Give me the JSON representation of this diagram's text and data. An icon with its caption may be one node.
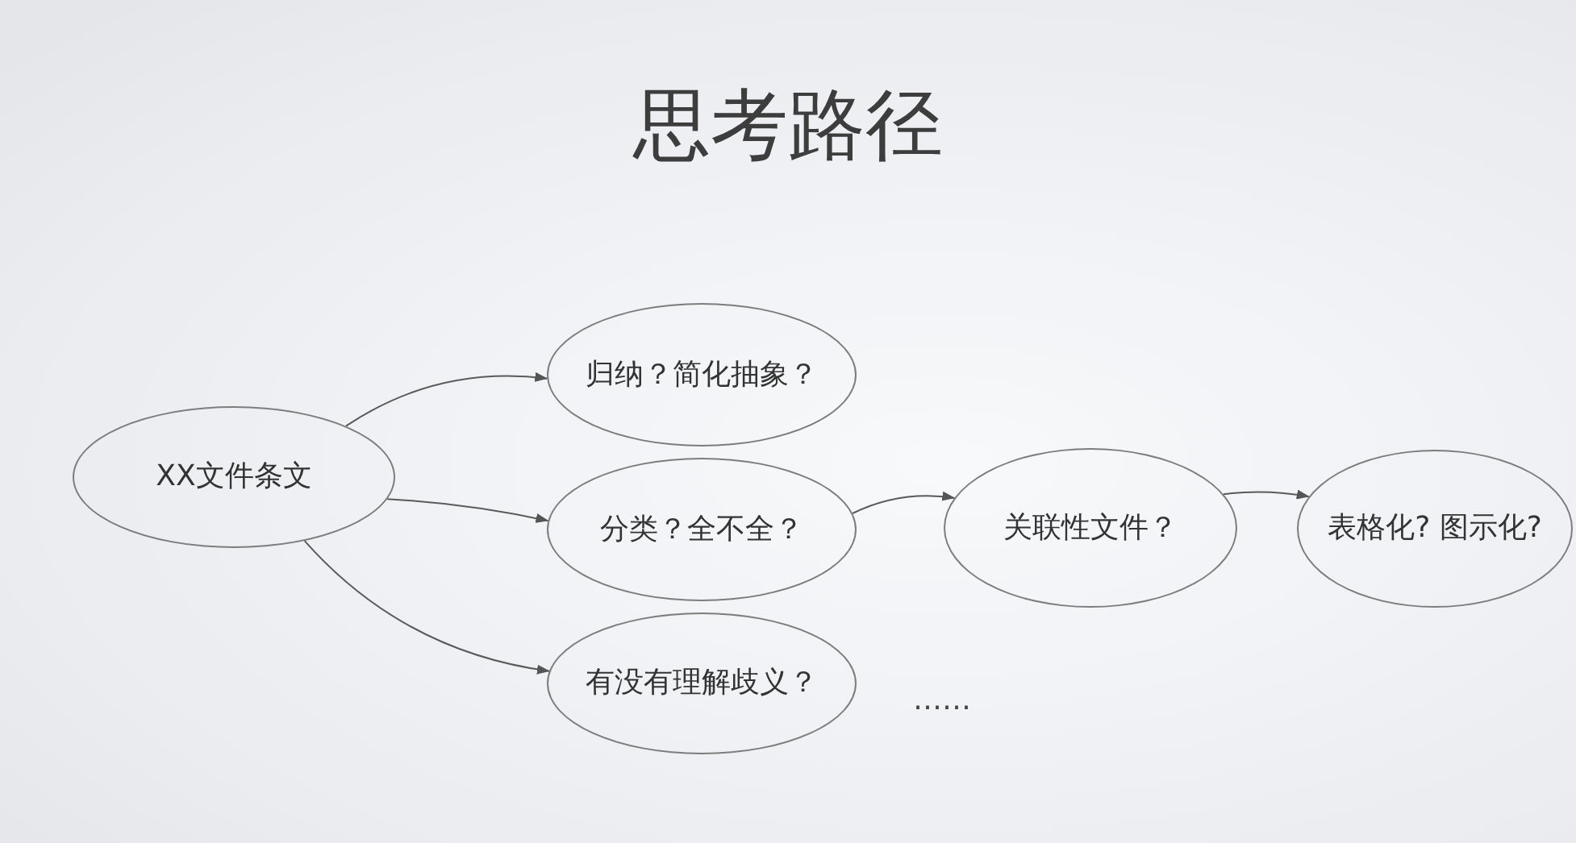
{
  "diagram": {
    "title": "思考路径",
    "nodes": [
      {
        "text": [
          "XX文件条文"
        ]
      },
      {
        "text": [
          "归纳？简化抽象？"
        ]
      },
      {
        "text": [
          "分类？全不全？"
        ]
      },
      {
        "text": [
          "有没有理解歧义？"
        ]
      },
      {
        "text": [
          "关联性文件？"
        ]
      },
      {
        "text": [
          "表格化? 图示化?"
        ]
      }
    ],
    "edges": [
      {
        "from": 0,
        "to": 1,
        "arrow": "to"
      },
      {
        "from": 0,
        "to": 2,
        "arrow": "to"
      },
      {
        "from": 0,
        "to": 3,
        "arrow": "to"
      },
      {
        "from": 2,
        "to": 4,
        "arrow": "to"
      },
      {
        "from": 4,
        "to": 5,
        "arrow": "to"
      }
    ],
    "labels": [
      "……"
    ]
  }
}
